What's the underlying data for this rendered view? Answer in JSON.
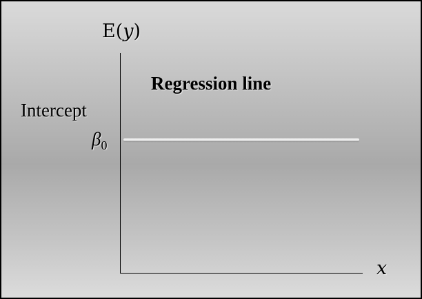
{
  "diagram": {
    "y_axis_label_prefix": "E(",
    "y_axis_label_var": "y",
    "y_axis_label_suffix": ")",
    "x_axis_label": "x",
    "title": "Regression line",
    "intercept_label": "Intercept",
    "beta_symbol": "β",
    "beta_subscript": "0"
  }
}
